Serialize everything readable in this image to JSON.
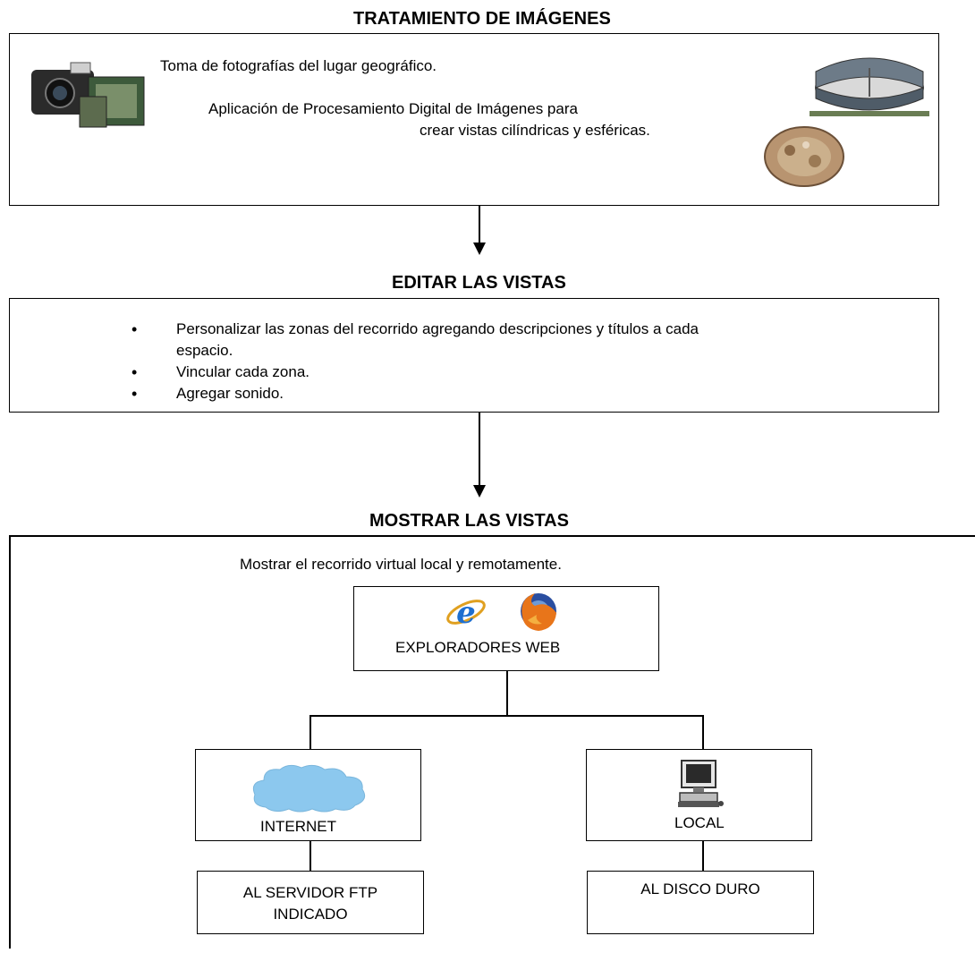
{
  "section1": {
    "heading": "TRATAMIENTO DE IMÁGENES",
    "line1": "Toma de fotografías del lugar geográfico.",
    "line2a": "Aplicación de Procesamiento Digital de  Imágenes para",
    "line2b": "crear vistas cilíndricas y esféricas."
  },
  "section2": {
    "heading": "EDITAR LAS VISTAS",
    "bullets": [
      "Personalizar las zonas del recorrido agregando descripciones y títulos a cada espacio.",
      "Vincular cada zona.",
      "Agregar sonido."
    ]
  },
  "section3": {
    "heading": "MOSTRAR LAS VISTAS",
    "intro": "Mostrar el recorrido virtual local y remotamente.",
    "browsers_label": "EXPLORADORES WEB",
    "internet_label": "INTERNET",
    "local_label": "LOCAL",
    "ftp_label_1": "AL SERVIDOR FTP",
    "ftp_label_2": "INDICADO",
    "disk_label": "AL DISCO DURO"
  },
  "icons": [
    "camera-icon",
    "cylindrical-panorama-icon",
    "spherical-panorama-icon",
    "internet-explorer-icon",
    "firefox-icon",
    "cloud-icon",
    "computer-icon"
  ]
}
